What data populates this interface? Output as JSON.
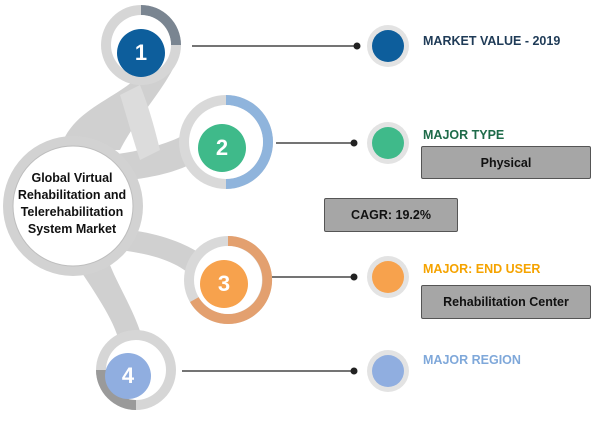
{
  "hub": {
    "lines": [
      "Global Virtual",
      "Rehabilitation and",
      "Telerehabilitation",
      "System Market"
    ]
  },
  "items": [
    {
      "number": "1",
      "heading": "MARKET VALUE - 2019",
      "value": "",
      "color": "#0d5e9c",
      "heading_color": "#1f3b57"
    },
    {
      "number": "2",
      "heading": "MAJOR TYPE",
      "value": "Physical",
      "color": "#3fba8a",
      "heading_color": "#1e6b49"
    },
    {
      "number": "3",
      "heading": "MAJOR: END USER",
      "value": "Rehabilitation Center",
      "color": "#f7a24d",
      "heading_color": "#f5a300"
    },
    {
      "number": "4",
      "heading": "MAJOR REGION",
      "value": "",
      "color": "#90aee0",
      "heading_color": "#7fa8da"
    }
  ],
  "cagr": {
    "label": "CAGR:",
    "value": "19.2%"
  },
  "colors": {
    "ring_gray": "#c9c9c9",
    "ring_dark": "#7a8591",
    "ring_blue": "#8fb4dc",
    "ring_orange": "#e3a06f",
    "box_fill": "#a6a6a6"
  }
}
